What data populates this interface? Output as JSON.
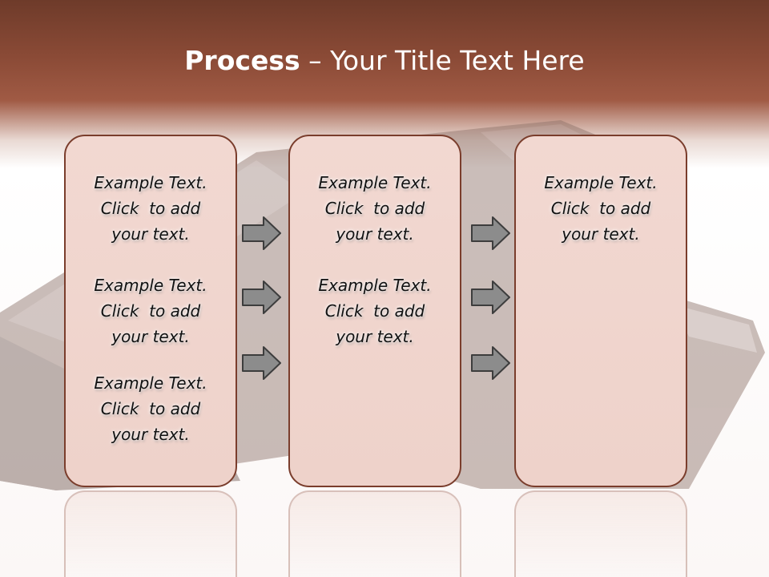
{
  "title": {
    "bold": "Process",
    "rest": " – Your Title Text Here"
  },
  "colors": {
    "header_brown": "#8a4a36",
    "box_fill": "#f0d5ce",
    "box_border": "#7a3d2c",
    "arrow_fill": "#8c8c8c"
  },
  "columns": [
    {
      "items": [
        {
          "line1": "Example Text.",
          "line2": "Click  to add",
          "line3": "your text."
        },
        {
          "line1": "Example Text.",
          "line2": "Click  to add",
          "line3": "your text."
        },
        {
          "line1": "Example Text.",
          "line2": "Click  to add",
          "line3": "your text."
        }
      ]
    },
    {
      "items": [
        {
          "line1": "Example Text.",
          "line2": "Click  to add",
          "line3": "your text."
        },
        {
          "line1": "Example Text.",
          "line2": "Click  to add",
          "line3": "your text."
        }
      ]
    },
    {
      "items": [
        {
          "line1": "Example Text.",
          "line2": "Click  to add",
          "line3": "your text."
        }
      ]
    }
  ],
  "arrow_icon": "right-arrow-icon"
}
